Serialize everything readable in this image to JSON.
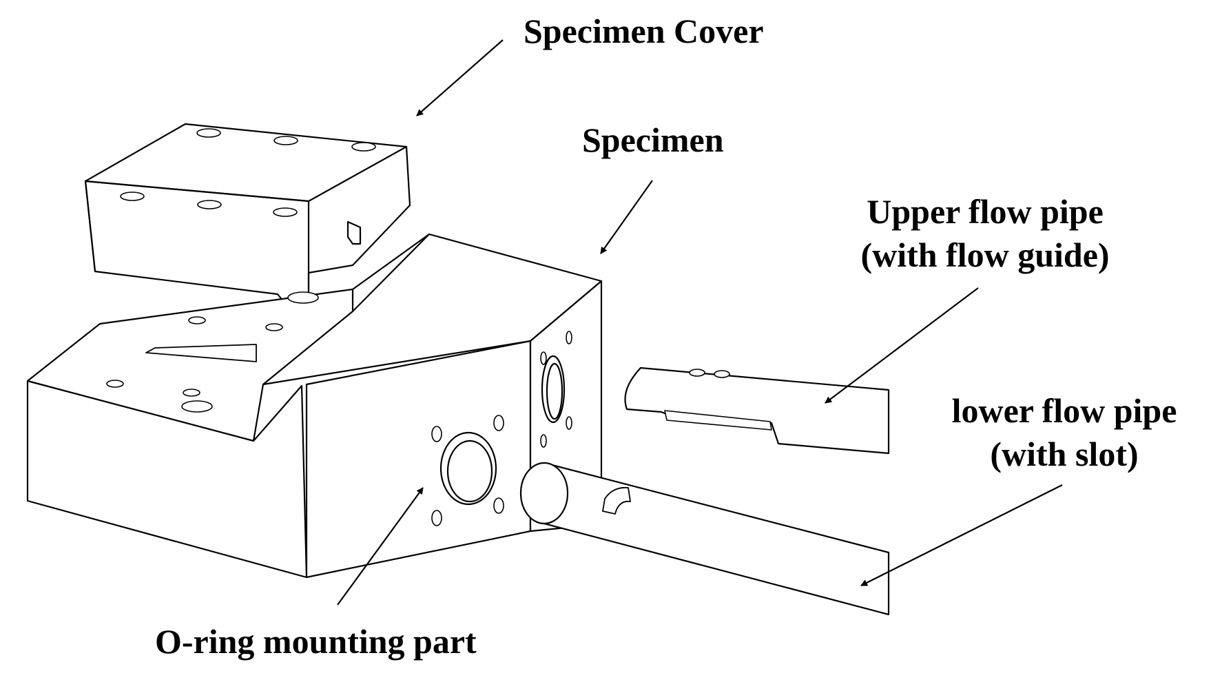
{
  "labels": {
    "specimen_cover": "Specimen Cover",
    "specimen": "Specimen",
    "upper_pipe_line1": "Upper flow pipe",
    "upper_pipe_line2": "(with flow guide)",
    "lower_pipe_line1": "lower flow pipe",
    "lower_pipe_line2": "(with slot)",
    "oring": "O-ring mounting part"
  },
  "colors": {
    "line": "#000000",
    "background": "#ffffff"
  }
}
